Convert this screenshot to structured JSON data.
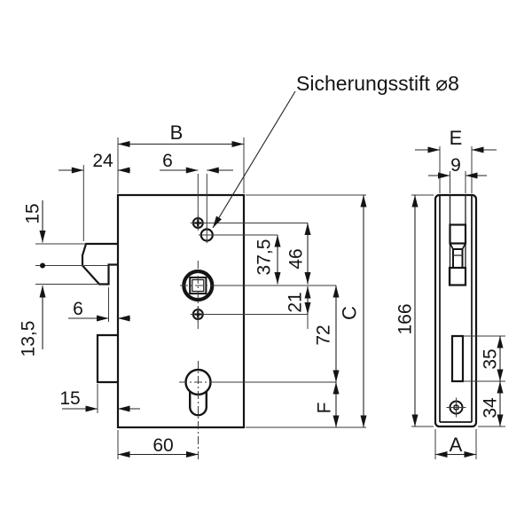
{
  "drawing": {
    "title_label": "Sicherungsstift ⌀8",
    "colors": {
      "line": "#141414",
      "background": "#ffffff"
    },
    "front_view": {
      "description": "lock case front view",
      "dims": {
        "b": "B",
        "n24": "24",
        "n6_top": "6",
        "n15_left": "15",
        "n13_5": "13,5",
        "n6_side": "6",
        "n15_bottom": "15",
        "n60": "60",
        "n37_5": "37,5",
        "n46": "46",
        "n21": "21",
        "n72": "72",
        "c": "C",
        "f": "F"
      }
    },
    "side_view": {
      "description": "faceplate side view",
      "dims": {
        "e": "E",
        "n9": "9",
        "n166": "166",
        "n35": "35",
        "n34": "34",
        "a": "A"
      }
    }
  }
}
